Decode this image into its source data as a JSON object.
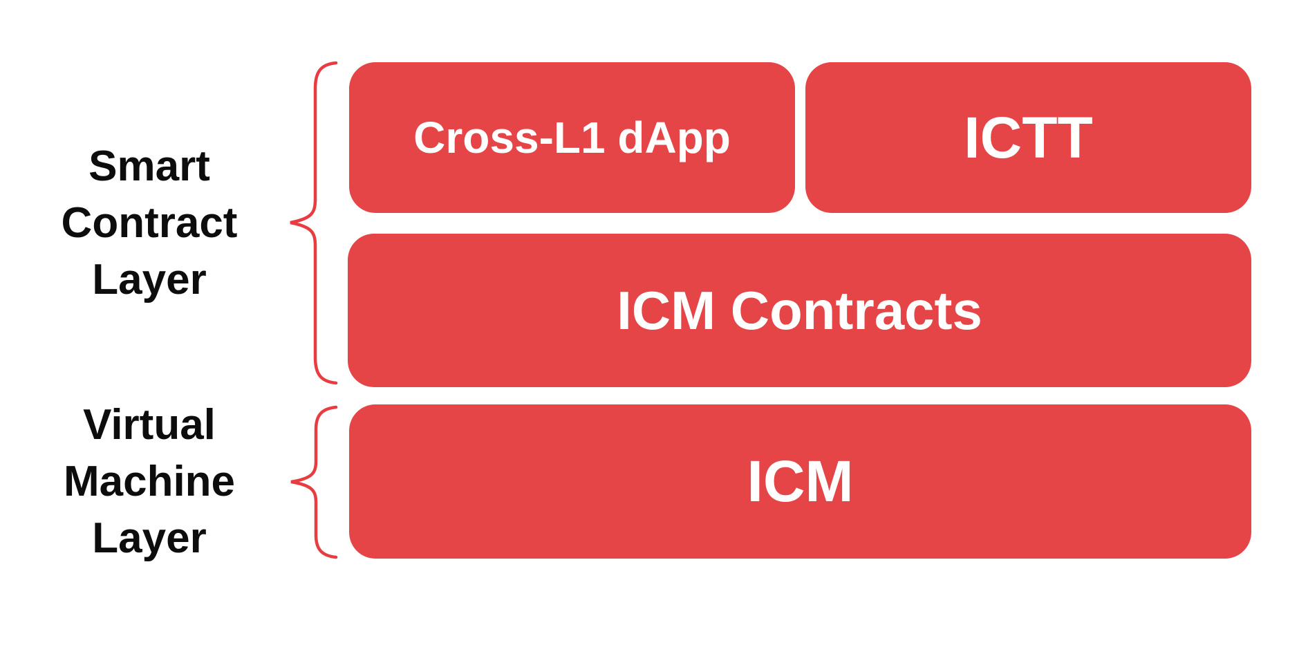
{
  "colors": {
    "box_red": "#E54546",
    "brace_red": "#E73C40",
    "label_black": "#0D0D0D",
    "box_text": "#FFFFFF",
    "background": "#FFFFFF"
  },
  "layers": {
    "smart_contract": {
      "name": "Smart Contract Layer",
      "lines": [
        "Smart",
        "Contract",
        "Layer"
      ]
    },
    "virtual_machine": {
      "name": "Virtual Machine Layer",
      "lines": [
        "Virtual",
        "Machine",
        "Layer"
      ]
    }
  },
  "boxes": {
    "cross_l1_dapp": {
      "label": "Cross-L1 dApp"
    },
    "ictt": {
      "label": "ICTT"
    },
    "icm_contracts": {
      "label": "ICM Contracts"
    },
    "icm": {
      "label": "ICM"
    }
  }
}
